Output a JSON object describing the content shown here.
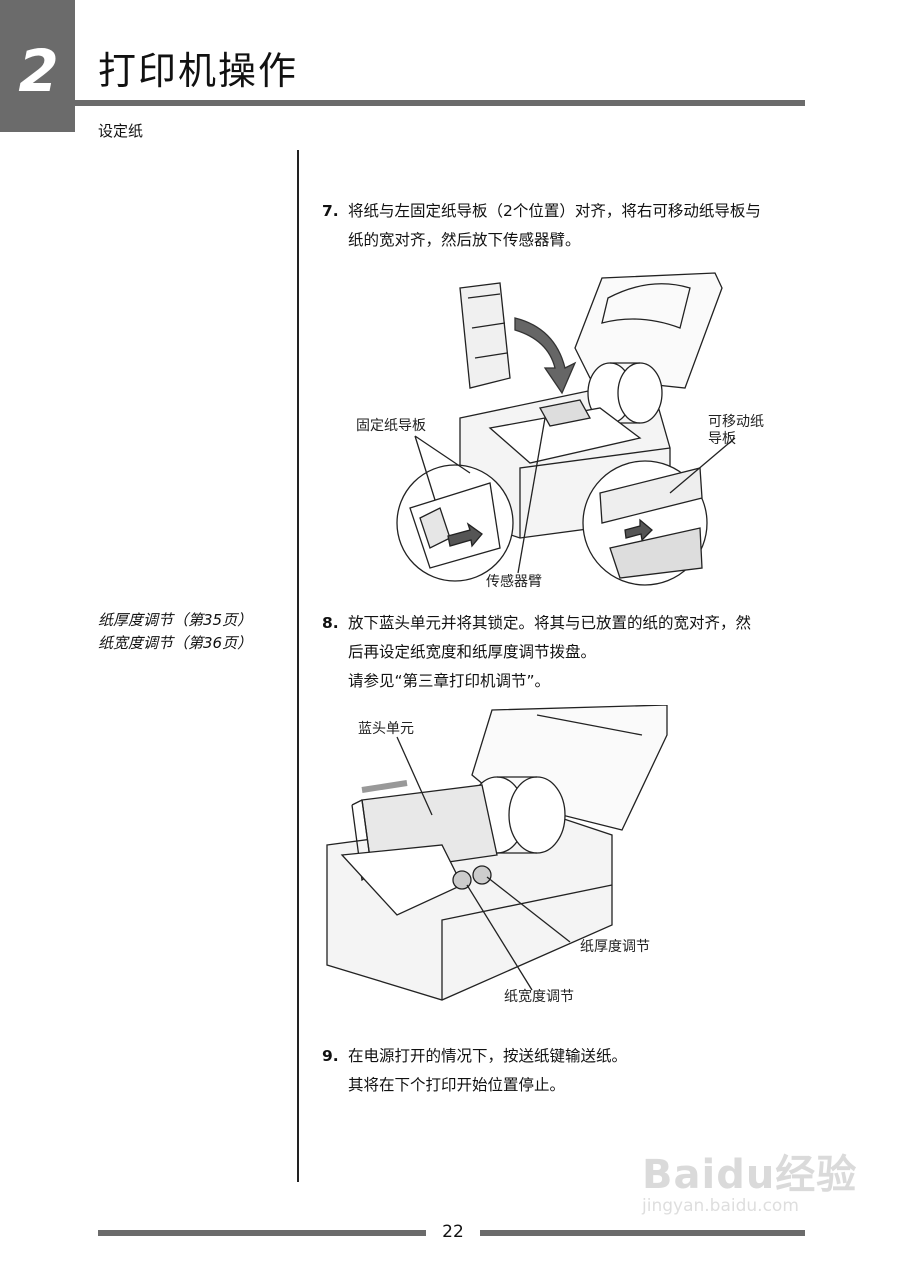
{
  "header": {
    "chapter_number": "2",
    "chapter_title": "打印机操作",
    "section": "设定纸"
  },
  "side_notes": [
    "纸厚度调节（第35页）",
    "纸宽度调节（第36页）"
  ],
  "steps": [
    {
      "number": "7.",
      "lines": [
        "将纸与左固定纸导板（2个位置）对齐，将右可移动纸导板与",
        "纸的宽对齐，然后放下传感器臂。"
      ]
    },
    {
      "number": "8.",
      "lines": [
        "放下蓝头单元并将其锁定。将其与已放置的纸的宽对齐，然",
        "后再设定纸宽度和纸厚度调节拨盘。",
        "请参见“第三章打印机调节”。"
      ]
    },
    {
      "number": "9.",
      "lines": [
        "在电源打开的情况下，按送纸键输送纸。",
        "其将在下个打印开始位置停止。"
      ]
    }
  ],
  "figure1": {
    "callouts": {
      "fixed_guide": "固定纸导板",
      "movable_guide_1": "可移动纸",
      "movable_guide_2": "导板",
      "sensor_arm": "传感器臂"
    }
  },
  "figure2": {
    "callouts": {
      "head_unit": "蓝头单元",
      "thickness": "纸厚度调节",
      "width": "纸宽度调节"
    }
  },
  "footer": {
    "page_number": "22"
  },
  "watermark": {
    "logo": "Baidu经验",
    "url": "jingyan.baidu.com"
  }
}
